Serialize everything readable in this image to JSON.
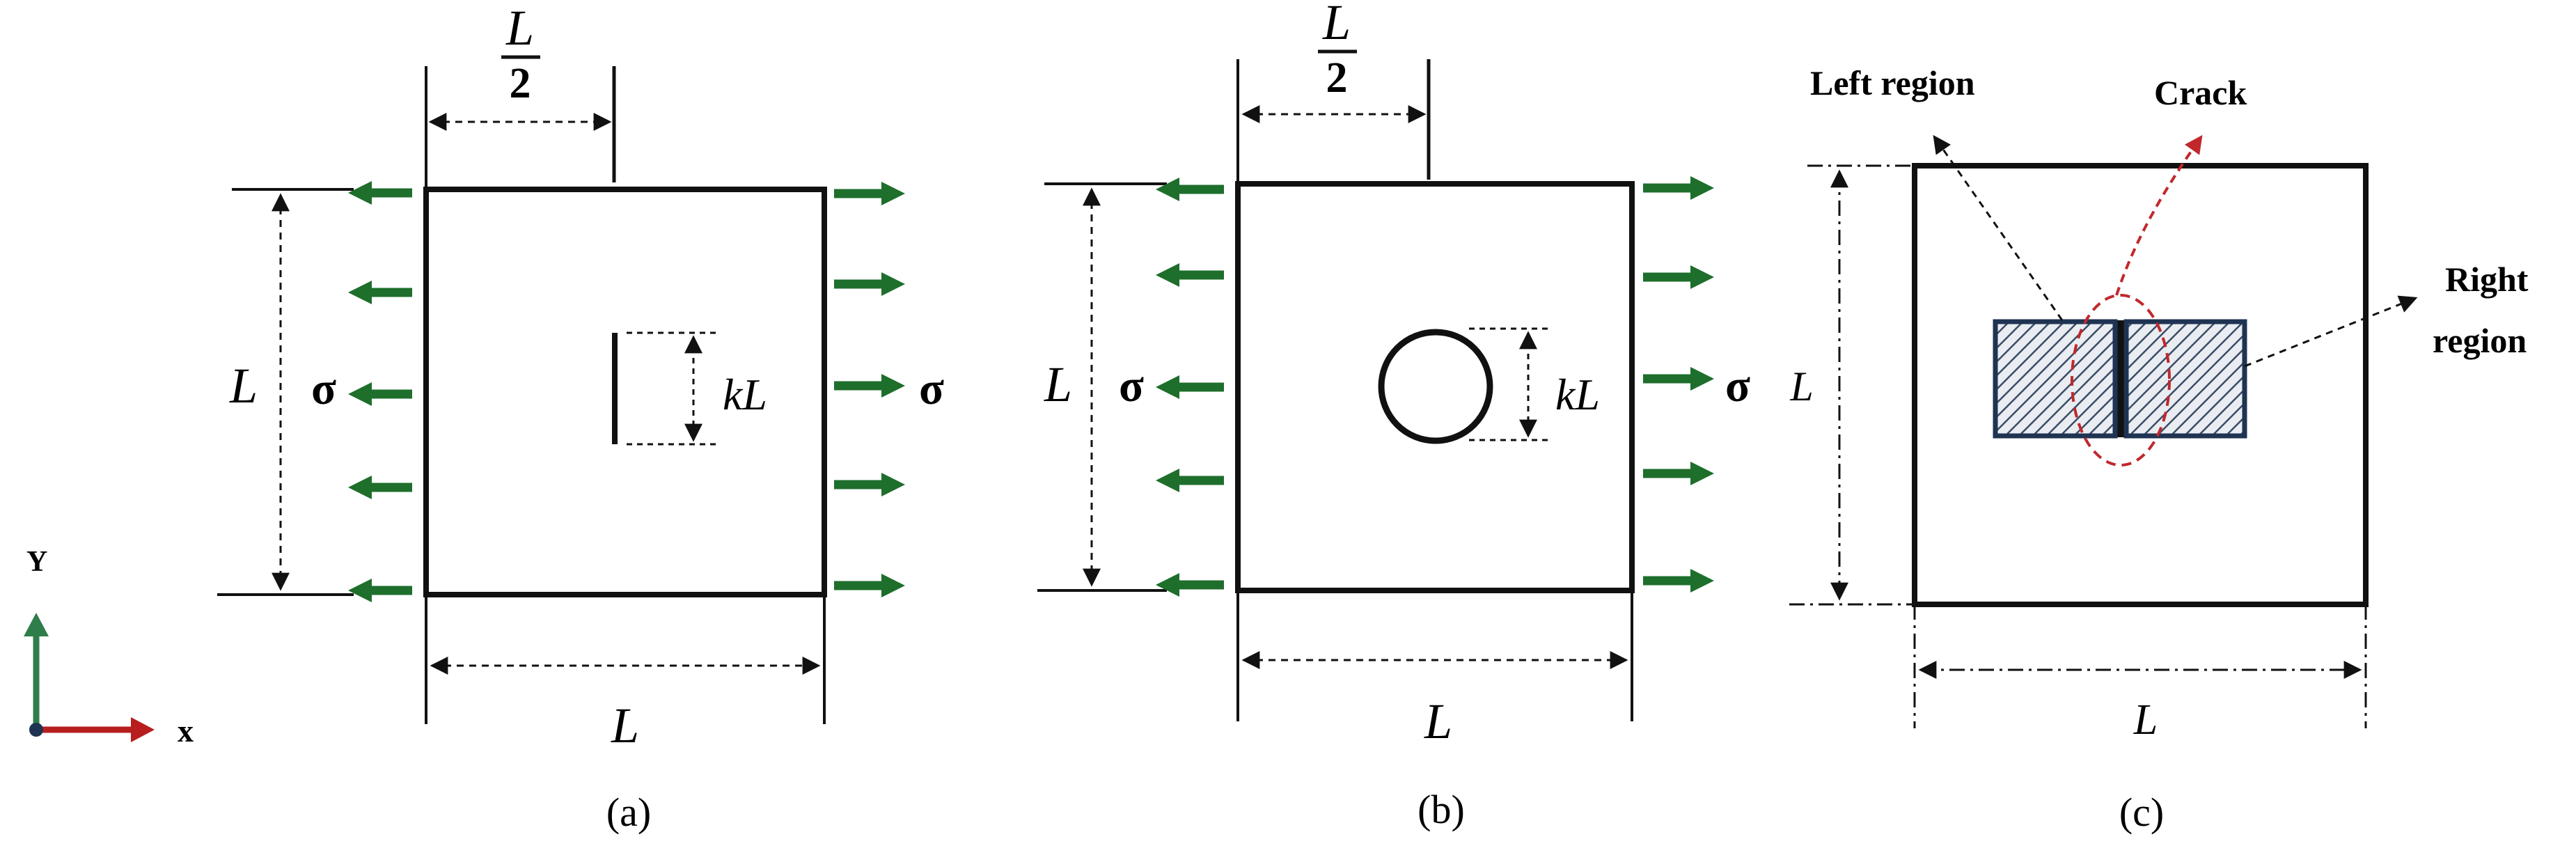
{
  "colors": {
    "ink": "#111111",
    "arrow_green": "#1e6e2c",
    "crack_red": "#c0282c",
    "axis_green": "#2f7d4a",
    "axis_red": "#b81e1e",
    "hatch_blue": "#1f3352"
  },
  "axes": {
    "y_label": "Y",
    "x_label": "x"
  },
  "panel_a": {
    "caption": "(a)",
    "half_num": "L",
    "half_den": "2",
    "height_label": "L",
    "width_label": "L",
    "crack_label": "kL",
    "stress_left": "σ",
    "stress_right": "σ"
  },
  "panel_b": {
    "caption": "(b)",
    "half_num": "L",
    "half_den": "2",
    "height_label": "L",
    "width_label": "L",
    "hole_label": "kL",
    "stress_left": "σ",
    "stress_right": "σ"
  },
  "panel_c": {
    "caption": "(c)",
    "left_region": "Left region",
    "crack": "Crack",
    "right_region_line1": "Right",
    "right_region_line2": "region",
    "height_label": "L",
    "width_label": "L"
  }
}
